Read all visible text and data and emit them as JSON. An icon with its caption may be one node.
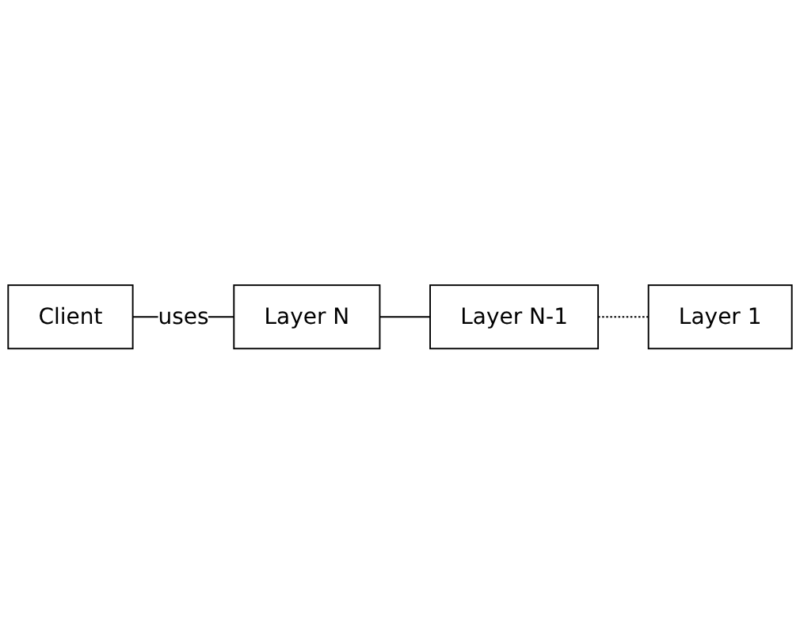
{
  "diagram": {
    "nodes": [
      {
        "text": [
          "Client"
        ]
      },
      {
        "text": [
          "Layer N"
        ]
      },
      {
        "text": [
          "Layer N-1"
        ]
      },
      {
        "text": [
          "Layer 1"
        ]
      }
    ],
    "edges": [
      {
        "from": 0,
        "to": 1,
        "arrow": "none",
        "label": "uses"
      },
      {
        "from": 1,
        "to": 2,
        "arrow": "none"
      },
      {
        "from": 2,
        "to": 3,
        "arrow": "none",
        "style": "dashed"
      }
    ]
  }
}
